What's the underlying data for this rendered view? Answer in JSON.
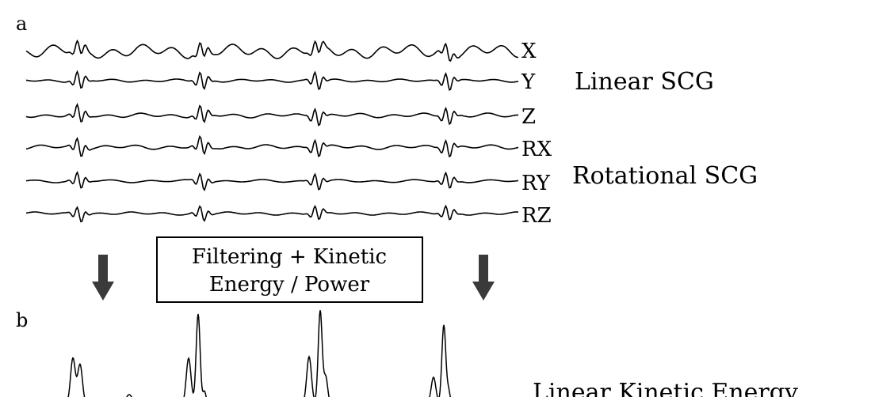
{
  "panel_a": {
    "label": "a",
    "channels": [
      "X",
      "Y",
      "Z",
      "RX",
      "RY",
      "RZ"
    ],
    "group_labels": [
      "Linear SCG",
      "Rotational SCG"
    ]
  },
  "process_box": {
    "line1": "Filtering + Kinetic",
    "line2": "Energy / Power"
  },
  "panel_b": {
    "label": "b",
    "series_label": "Linear Kinetic Energy"
  },
  "colors": {
    "stroke": "#000000",
    "arrow": "#3a3a3a",
    "background": "#ffffff"
  }
}
